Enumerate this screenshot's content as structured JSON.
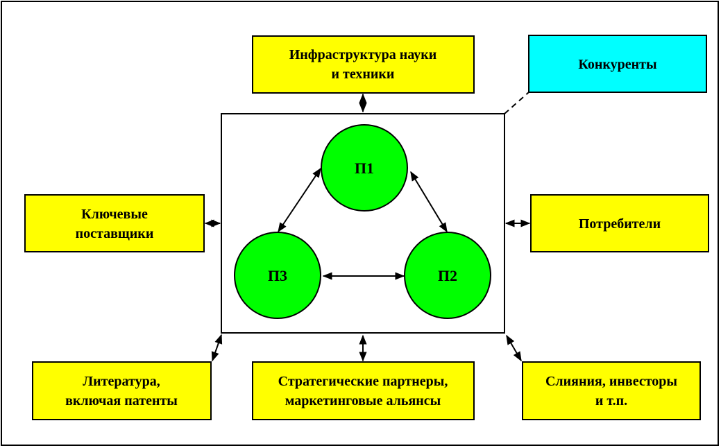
{
  "colors": {
    "yellow_box": "#ffff00",
    "cyan_box": "#00ffff",
    "green_node": "#00ff00",
    "border": "#000000",
    "background": "#ffffff"
  },
  "boxes": {
    "infrastructure": {
      "line1": "Инфраструктура науки",
      "line2": "и техники"
    },
    "competitors": {
      "line1": "Конкуренты"
    },
    "suppliers": {
      "line1": "Ключевые",
      "line2": "поставщики"
    },
    "consumers": {
      "line1": "Потребители"
    },
    "literature": {
      "line1": "Литература,",
      "line2": "включая патенты"
    },
    "partners": {
      "line1": "Стратегические партнеры,",
      "line2": "маркетинговые альянсы"
    },
    "mergers": {
      "line1": "Слияния, инвесторы",
      "line2": "и т.п."
    }
  },
  "nodes": {
    "p1": "П1",
    "p2": "П2",
    "p3": "П3"
  }
}
